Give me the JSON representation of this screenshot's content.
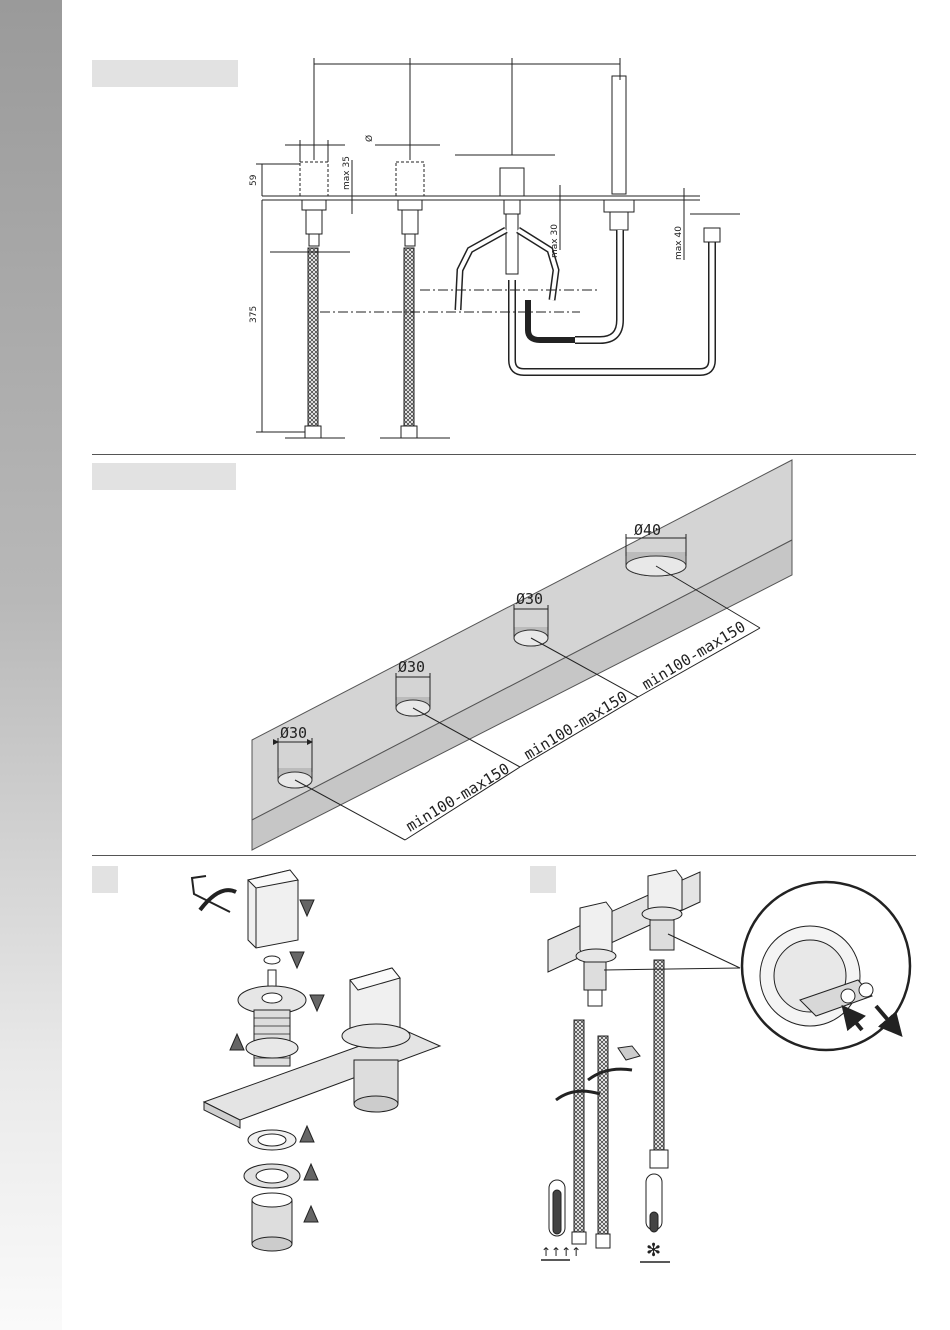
{
  "drawing": {
    "dims": {
      "d59": "59",
      "max35": "max 35",
      "dia": "Ø",
      "max30": "max 30",
      "max40": "max 40",
      "d375": "375"
    }
  },
  "plate": {
    "holes": [
      "Ø40",
      "Ø30",
      "Ø30",
      "Ø30"
    ],
    "spacings": [
      "min100-max150",
      "min100-max150",
      "min100-max150"
    ]
  },
  "colors": {
    "side_strip_top": "#9a9a9a",
    "header_box": "#e2e2e2",
    "plate_fill": "#d4d4d4"
  },
  "icons": [
    "hex-key-icon",
    "rotate-arrow-icon",
    "down-arrow-icon",
    "up-arrow-icon",
    "thermometer-hot-icon",
    "thermometer-cold-icon",
    "snowflake-icon",
    "heat-waves-icon",
    "wrench-icon"
  ]
}
